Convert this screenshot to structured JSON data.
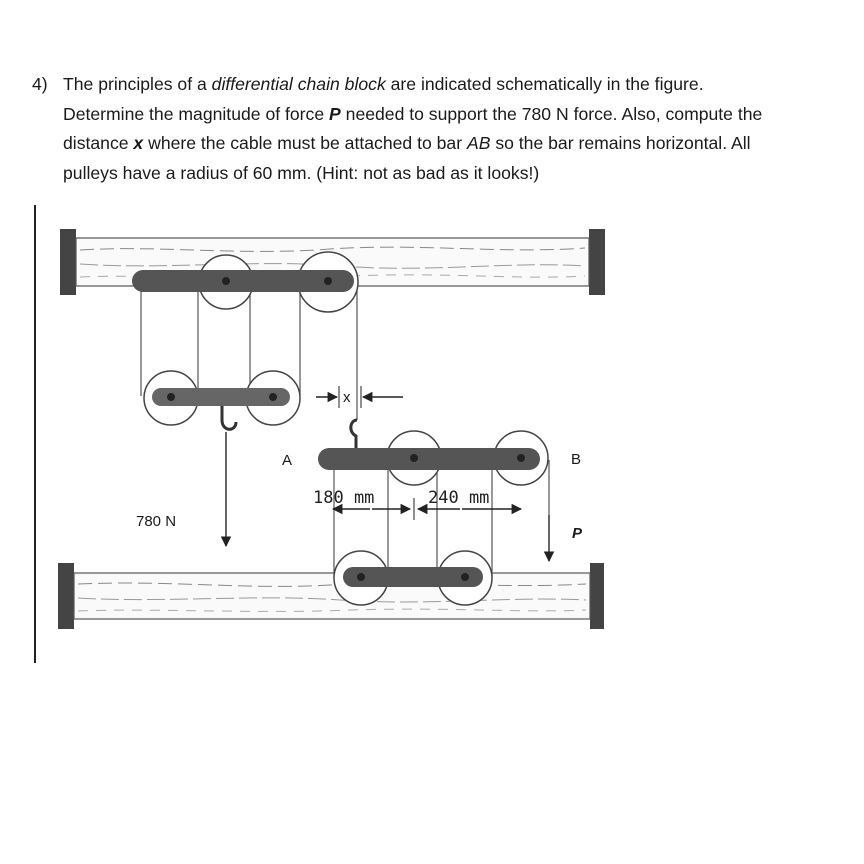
{
  "problem": {
    "number": "4)",
    "line1": [
      {
        "t": "The principles of a ",
        "s": ""
      },
      {
        "t": "differential chain block",
        "s": "i"
      },
      {
        "t": " are indicated schematically in the figure.",
        "s": ""
      }
    ],
    "line2": [
      {
        "t": "Determine the magnitude of force ",
        "s": ""
      },
      {
        "t": "P",
        "s": "bi"
      },
      {
        "t": " needed to support the 780 N force.  Also, compute the",
        "s": ""
      }
    ],
    "line3": [
      {
        "t": "distance ",
        "s": ""
      },
      {
        "t": "x",
        "s": "bi"
      },
      {
        "t": " where the cable must be attached to bar ",
        "s": ""
      },
      {
        "t": "AB",
        "s": "i"
      },
      {
        "t": " so the bar remains horizontal.  All",
        "s": ""
      }
    ],
    "line4": [
      {
        "t": "pulleys have a radius of 60 mm. (Hint:  not as bad as it looks!)",
        "s": ""
      }
    ]
  },
  "figure": {
    "label_x": "x",
    "label_a": "A",
    "label_b": "B",
    "label_load": "780 N",
    "label_p": "P",
    "dim_left": "180 mm",
    "dim_right": "240 mm"
  }
}
